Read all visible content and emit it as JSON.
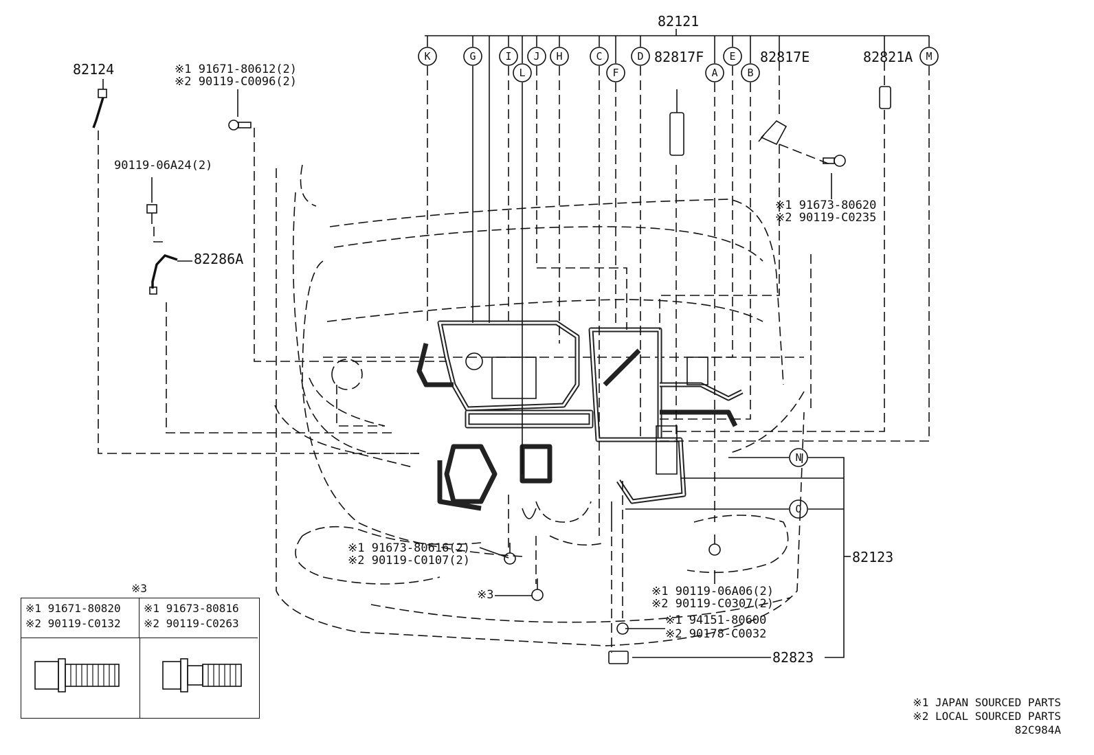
{
  "title_part": "82121",
  "circle_labels": [
    "K",
    "G",
    "I",
    "L",
    "J",
    "H",
    "C",
    "F",
    "D",
    "A",
    "E",
    "B",
    "M",
    "N",
    "O"
  ],
  "parts": {
    "p82124": "82124",
    "p82286A": "82286A",
    "p82817F": "82817F",
    "p82817E": "82817E",
    "p82821A": "82821A",
    "p82123": "82123",
    "p82823": "82823"
  },
  "fasteners": {
    "top_left_1": "※1 91671-80612(2)",
    "top_left_2": "※2 90119-C0096(2)",
    "left_bolt": "90119-06A24(2)",
    "right_1": "※1 91673-80620",
    "right_2": "※2 90119-C0235",
    "mid_1": "※1 91673-80616(2)",
    "mid_2": "※2 90119-C0107(2)",
    "star3": "※3",
    "lower_1": "※1 90119-06A06(2)",
    "lower_2": "※2 90119-C0307(2)",
    "clip_1": "※1 94151-80600",
    "clip_2": "※2 90178-C0032"
  },
  "legend": {
    "title": "※3",
    "left": "※1 91671-80820\n※2 90119-C0132",
    "right": "※1 91673-80816\n※2 90119-C0263"
  },
  "footnotes": {
    "note1": "※1 JAPAN SOURCED PARTS",
    "note2": "※2 LOCAL SOURCED PARTS",
    "code": "82C984A"
  }
}
